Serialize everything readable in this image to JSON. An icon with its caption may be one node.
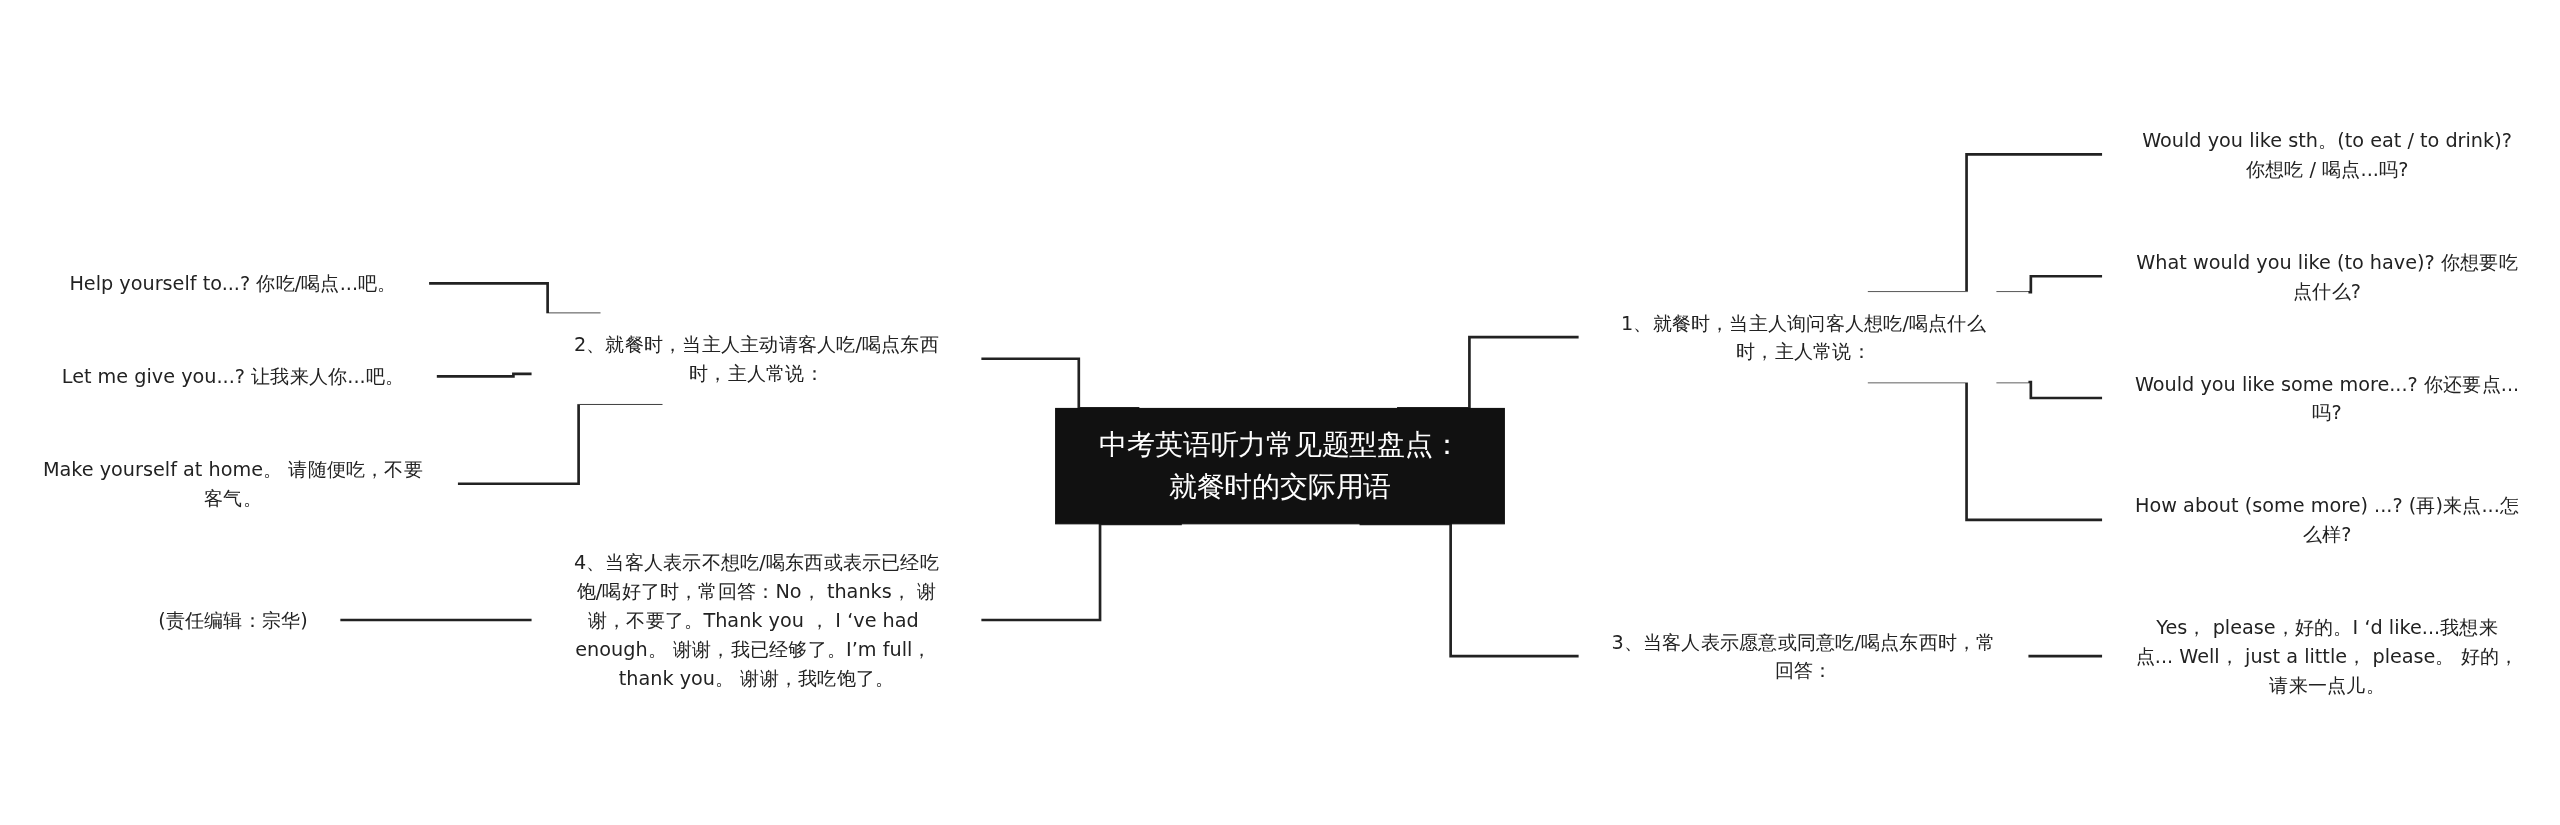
{
  "diagram": {
    "nodes": [
      {
        "text": [
          "中考英语听力常见题型盘点：就餐时的交际用语"
        ]
      },
      {
        "text": [
          "1、就餐时，当主人询问客人想吃/喝点什么时，主人常说："
        ]
      },
      {
        "text": [
          "Would you like sth。(to eat / to drink)?你想吃 / 喝点...吗?"
        ]
      },
      {
        "text": [
          "What would you like (to have)? 你想要吃点什么?"
        ]
      },
      {
        "text": [
          "Would you like some more...? 你还要点...吗?"
        ]
      },
      {
        "text": [
          "How about (some more) ...? (再)来点...怎么样?"
        ]
      },
      {
        "text": [
          "3、当客人表示愿意或同意吃/喝点东西时，常回答："
        ]
      },
      {
        "text": [
          "Yes， please，好的。I ‘d like...我想来点... Well， just a little， please。 好的，请来一点儿。"
        ]
      },
      {
        "text": [
          "2、就餐时，当主人主动请客人吃/喝点东西时，主人常说："
        ]
      },
      {
        "text": [
          "Help yourself to...? 你吃/喝点...吧。"
        ]
      },
      {
        "text": [
          "Let me give you...? 让我来人你...吧。"
        ]
      },
      {
        "text": [
          "Make yourself at home。 请随便吃，不要客气。"
        ]
      },
      {
        "text": [
          "4、当客人表示不想吃/喝东西或表示已经吃饱/喝好了时，常回答：No， thanks， 谢谢，不要了。Thank you ， I ‘ve had enough。 谢谢，我已经够了。I’m full， thank you。 谢谢，我吃饱了。"
        ]
      },
      {
        "text": [
          "(责任编辑：宗华)"
        ]
      }
    ],
    "edges": [
      {
        "from": 0,
        "to": 1,
        "arrow": "none"
      },
      {
        "from": 1,
        "to": 2,
        "arrow": "none"
      },
      {
        "from": 1,
        "to": 3,
        "arrow": "none"
      },
      {
        "from": 1,
        "to": 4,
        "arrow": "none"
      },
      {
        "from": 1,
        "to": 5,
        "arrow": "none"
      },
      {
        "from": 0,
        "to": 6,
        "arrow": "none"
      },
      {
        "from": 6,
        "to": 7,
        "arrow": "none"
      },
      {
        "from": 8,
        "to": 0,
        "arrow": "none"
      },
      {
        "from": 9,
        "to": 8,
        "arrow": "none"
      },
      {
        "from": 10,
        "to": 8,
        "arrow": "none"
      },
      {
        "from": 11,
        "to": 8,
        "arrow": "none"
      },
      {
        "from": 12,
        "to": 0,
        "arrow": "none"
      },
      {
        "from": 13,
        "to": 12,
        "arrow": "none"
      }
    ]
  }
}
